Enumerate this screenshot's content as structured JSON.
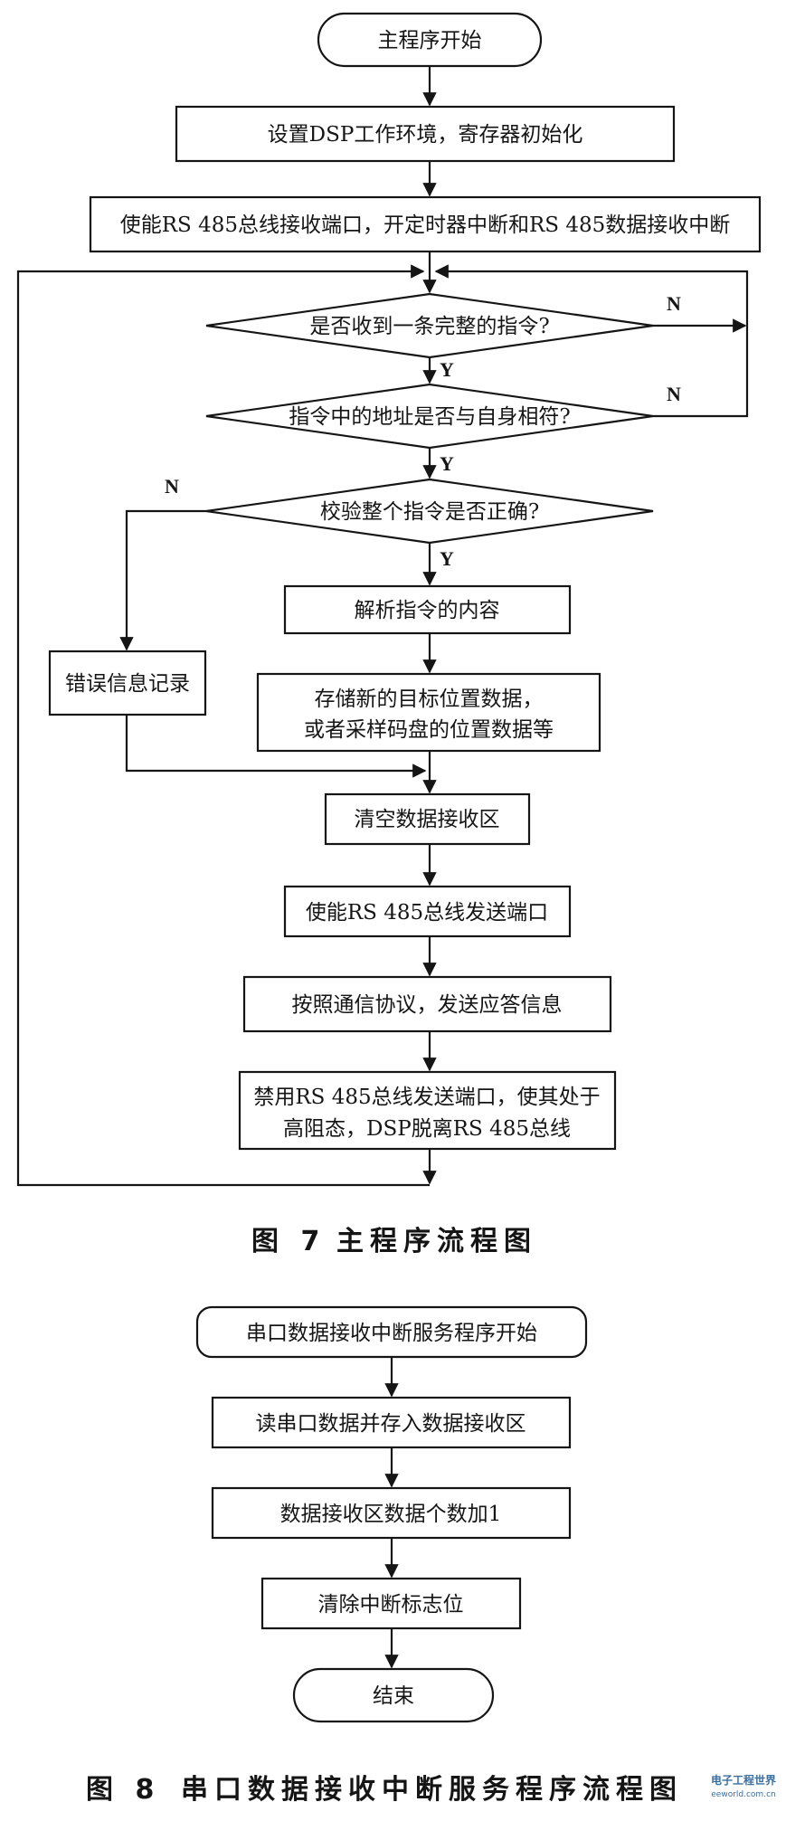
{
  "fig7": {
    "start": "主程序开始",
    "init": "设置DSP工作环境，寄存器初始化",
    "enable_rx": "使能RS 485总线接收端口，开定时器中断和RS 485数据接收中断",
    "decision_complete": "是否收到一条完整的指令?",
    "decision_address": "指令中的地址是否与自身相符?",
    "decision_checksum": "校验整个指令是否正确?",
    "parse": "解析指令的内容",
    "store_line1": "存储新的目标位置数据，",
    "store_line2": "或者采样码盘的位置数据等",
    "error_log": "错误信息记录",
    "clear_buffer": "清空数据接收区",
    "enable_tx": "使能RS 485总线发送端口",
    "send_reply": "按照通信协议，发送应答信息",
    "disable_tx_line1": "禁用RS 485总线发送端口，使其处于",
    "disable_tx_line2": "高阻态，DSP脱离RS 485总线",
    "label_n": "N",
    "label_y": "Y",
    "caption_number": "图 7",
    "caption_title": "主程序流程图"
  },
  "fig8": {
    "start": "串口数据接收中断服务程序开始",
    "read_serial": "读串口数据并存入数据接收区",
    "increment_count": "数据接收区数据个数加1",
    "clear_flag": "清除中断标志位",
    "end": "结束",
    "caption_number": "图 8",
    "caption_title": "串口数据接收中断服务程序流程图"
  },
  "watermark": {
    "name": "电子工程世界",
    "site": "eeworld.com.cn"
  }
}
